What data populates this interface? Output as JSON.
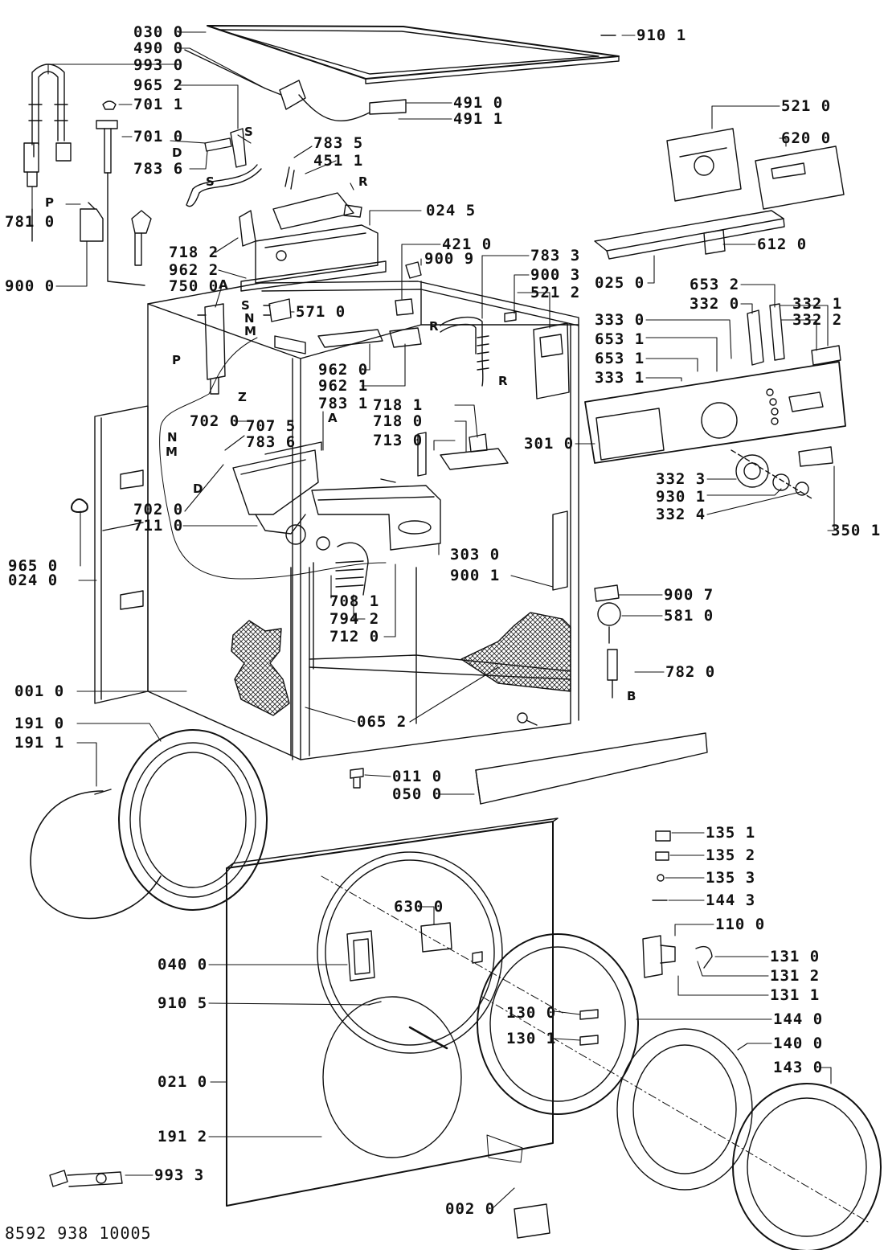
{
  "document_code": "8592 938 10005",
  "part_labels": {
    "p0300": "030 0",
    "p4900": "490 0",
    "p9930": "993 0",
    "p9652": "965 2",
    "p7011": "701 1",
    "p7010": "701 0",
    "p7836a": "783 6",
    "p7835": "783 5",
    "p4511": "451 1",
    "p0245": "024 5",
    "p7810": "781 0",
    "p9000": "900 0",
    "p7182": "718 2",
    "p9622": "962 2",
    "p7500": "750 0",
    "p4210": "421 0",
    "p9009": "900 9",
    "p7833": "783 3",
    "p9003": "900 3",
    "p5212": "521 2",
    "p5710": "571 0",
    "p9620": "962 0",
    "p9621": "962 1",
    "p7831": "783 1",
    "p7020a": "702 0",
    "p7075": "707 5",
    "p7836b": "783 6",
    "p7181": "718 1",
    "p7180": "718 0",
    "p7130": "713 0",
    "p7020b": "702 0",
    "p7110": "711 0",
    "p9650": "965 0",
    "p0240": "024 0",
    "p3030": "303 0",
    "p9001": "900 1",
    "p7081": "708 1",
    "p7942": "794 2",
    "p7120": "712 0",
    "p0010": "001 0",
    "p0652": "065 2",
    "p1910": "191 0",
    "p1911": "191 1",
    "p0110": "011 0",
    "p0500": "050 0",
    "p9101": "910 1",
    "p4910": "491 0",
    "p4911": "491 1",
    "p5210": "521 0",
    "p6200": "620 0",
    "p6120": "612 0",
    "p0250": "025 0",
    "p6532": "653 2",
    "p3320": "332 0",
    "p3321": "332 1",
    "p3322": "332 2",
    "p3330": "333 0",
    "p6531a": "653 1",
    "p6531b": "653 1",
    "p3331": "333 1",
    "p3010": "301 0",
    "p3323": "332 3",
    "p9301": "930 1",
    "p3324": "332 4",
    "p3501": "350 1",
    "p9007": "900 7",
    "p5810": "581 0",
    "p7820": "782 0",
    "p1351": "135 1",
    "p1352": "135 2",
    "p1353": "135 3",
    "p1443": "144 3",
    "p1100": "110 0",
    "p1310": "131 0",
    "p1312": "131 2",
    "p1311": "131 1",
    "p6300": "630 0",
    "p0400": "040 0",
    "p9105": "910 5",
    "p1300": "130 0",
    "p1301": "130 1",
    "p1440": "144 0",
    "p1400": "140 0",
    "p0210": "021 0",
    "p1430": "143 0",
    "p1912": "191 2",
    "p9933": "993 3",
    "p0020": "002 0"
  },
  "letters": {
    "S1": "S",
    "D1": "D",
    "S2": "S",
    "R1": "R",
    "P1": "P",
    "A1": "A",
    "S3": "S",
    "N1": "N",
    "M1": "M",
    "P2": "P",
    "Z1": "Z",
    "R2": "R",
    "R3": "R",
    "A2": "A",
    "N2": "N",
    "M2": "M",
    "D2": "D",
    "B1": "B"
  }
}
